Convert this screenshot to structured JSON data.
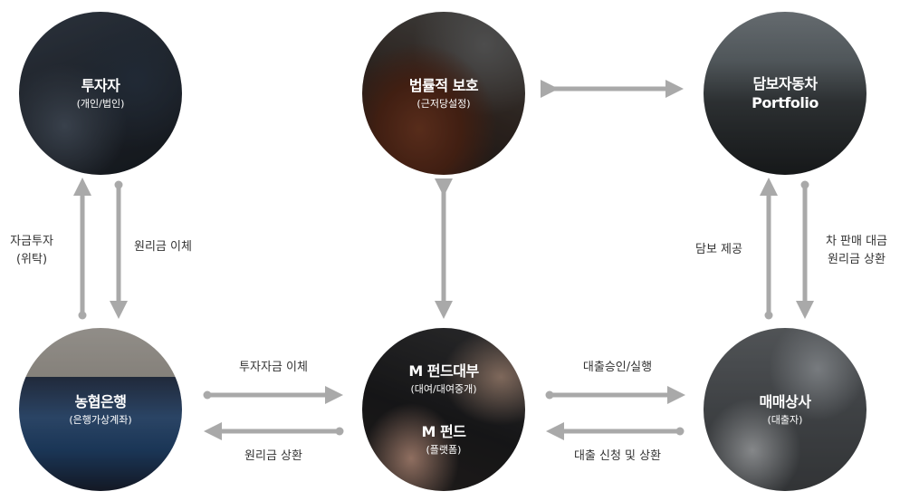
{
  "nodes": {
    "investor": {
      "title": "투자자",
      "sub": "(개인/법인)"
    },
    "legal": {
      "title": "법률적 보호",
      "sub": "(근저당설정)"
    },
    "car": {
      "title1": "담보자동차",
      "title2": "Portfolio"
    },
    "bank": {
      "title": "농협은행",
      "sub": "(은행가상계좌)"
    },
    "fund": {
      "title1": "M 펀드대부",
      "sub1": "(대여/대여중개)",
      "title2": "M 펀드",
      "sub2": "(플랫폼)"
    },
    "dealer": {
      "title": "매매상사",
      "sub": "(대출자)"
    }
  },
  "labels": {
    "invest_line1": "자금투자",
    "invest_line2": "(위탁)",
    "principal_transfer": "원리금 이체",
    "collateral": "담보 제공",
    "sale_line1": "차 판매 대금",
    "sale_line2": "원리금 상환",
    "investment_transfer": "투자자금 이체",
    "principal_repay": "원리금 상환",
    "loan_approval": "대출승인/실행",
    "loan_request": "대출 신청 및 상환"
  },
  "colors": {
    "arrow": "#a9a9a9",
    "text": "#333333"
  }
}
